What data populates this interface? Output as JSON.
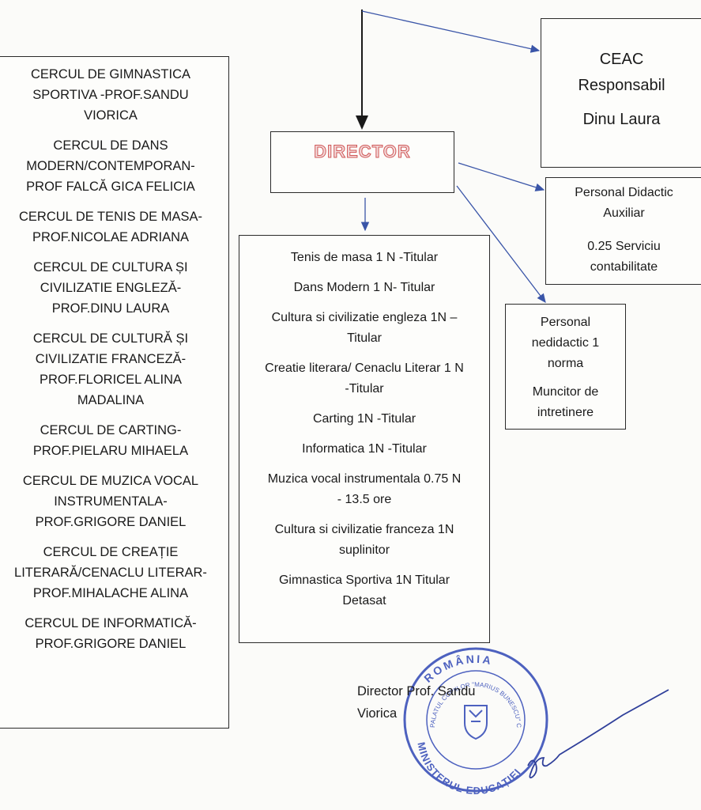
{
  "circles": [
    "CERCUL DE GIMNASTICA\nSPORTIVA -PROF.SANDU\nVIORICA",
    "CERCUL DE DANS\nMODERN/CONTEMPORAN-\nPROF FALCĂ GICA FELICIA",
    "CERCUL DE TENIS DE MASA-\nPROF.NICOLAE ADRIANA",
    "CERCUL DE CULTURA ȘI\nCIVILIZATIE ENGLEZĂ-\nPROF.DINU LAURA",
    "CERCUL DE CULTURĂ ȘI\nCIVILIZATIE FRANCEZĂ-\nPROF.FLORICEL ALINA\nMADALINA",
    "CERCUL DE CARTING-\nPROF.PIELARU MIHAELA",
    "CERCUL DE MUZICA VOCAL\nINSTRUMENTALA-\nPROF.GRIGORE DANIEL",
    "CERCUL DE CREAȚIE\nLITERARĂ/CENACLU LITERAR-\nPROF.MIHALACHE ALINA",
    "CERCUL DE INFORMATICĂ-\nPROF.GRIGORE DANIEL"
  ],
  "director": {
    "label": "DIRECTOR"
  },
  "ceac": {
    "line1": "CEAC",
    "line2": "Responsabil",
    "line3": "Dinu Laura"
  },
  "auxiliar": {
    "line1": "Personal Didactic",
    "line2": "Auxiliar",
    "line3": "0.25 Serviciu",
    "line4": "contabilitate"
  },
  "nedidactic": {
    "line1": "Personal",
    "line2": "nedidactic  1",
    "line3": "norma",
    "line4": "Muncitor de",
    "line5": "intretinere"
  },
  "norms": [
    "Tenis de masa  1 N -Titular",
    "Dans Modern 1 N- Titular",
    "Cultura si civilizatie engleza 1N –\nTitular",
    "Creatie literara/ Cenaclu Literar 1 N\n-Titular",
    "Carting  1N -Titular",
    "Informatica 1N -Titular",
    "Muzica vocal instrumentala 0.75 N\n- 13.5 ore",
    "Cultura si civilizatie franceza  1N\nsuplinitor",
    "Gimnastica Sportiva 1N Titular\nDetasat"
  ],
  "signature": {
    "text": "Director  Prof. Sandu\nViorica"
  },
  "stamp": {
    "top": "ROMÂNIA",
    "bottom": "MINISTERUL EDUCAȚIEI",
    "inner": "PALATUL COPIILOR \"MARIUS BUNESCU\" CARACAL, JUDEȚUL OLT"
  },
  "colors": {
    "arrow_blue": "#3a55a8",
    "ink": "#2a2a2a",
    "stamp": "#2f47b5",
    "director_red": "#d05656"
  }
}
